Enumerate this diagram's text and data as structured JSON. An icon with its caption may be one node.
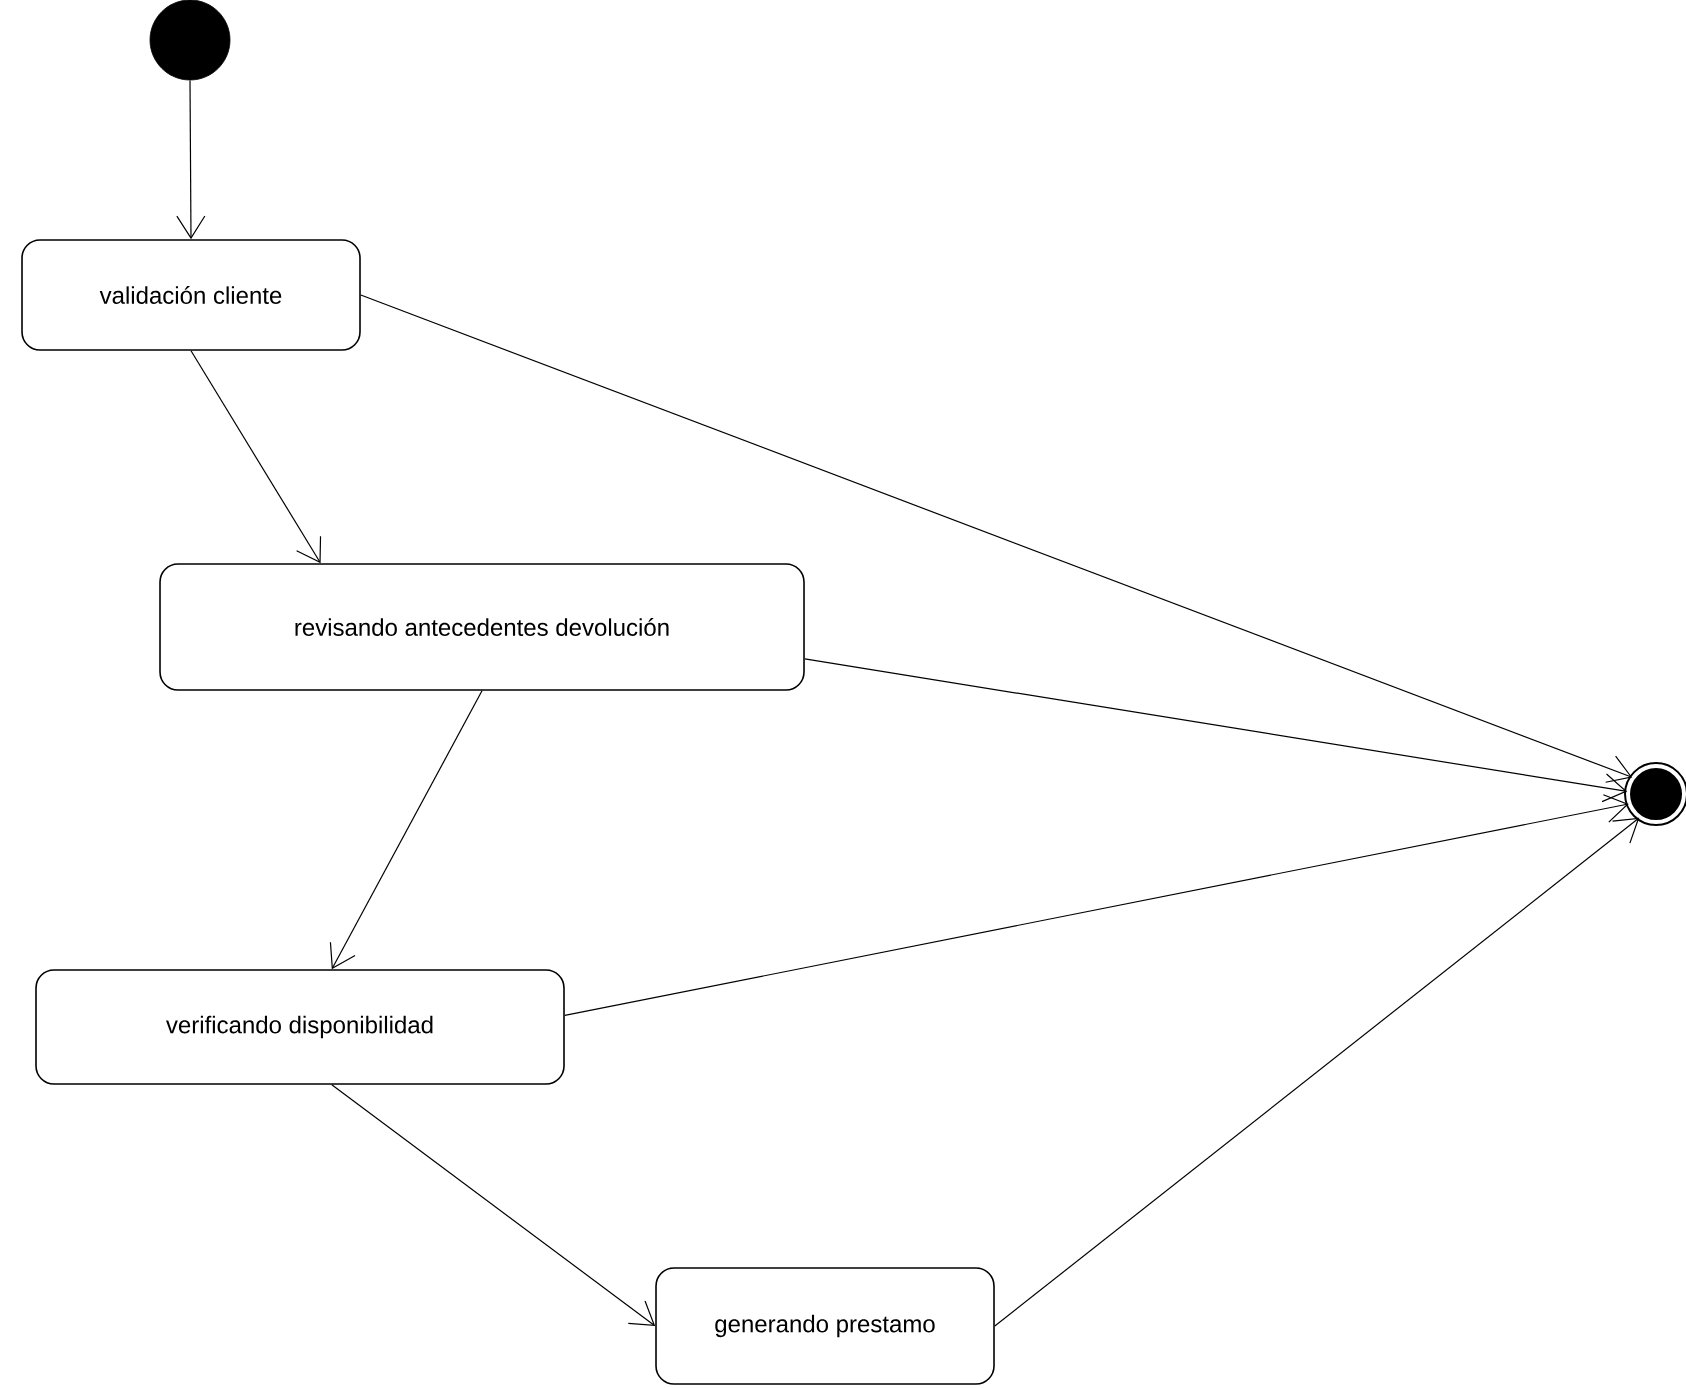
{
  "diagram": {
    "nodes": [
      {
        "text": [],
        "shape": "circle"
      },
      {
        "text": [
          "validación cliente"
        ]
      },
      {
        "text": [
          "revisando antecedentes devolución"
        ]
      },
      {
        "text": [
          "verificando disponibilidad"
        ]
      },
      {
        "text": [
          "generando prestamo"
        ]
      },
      {
        "text": [],
        "shape": "circle"
      }
    ],
    "edges": [
      {
        "from": 0,
        "to": 1,
        "arrow": "to"
      },
      {
        "from": 1,
        "to": 2,
        "arrow": "to"
      },
      {
        "from": 2,
        "to": 3,
        "arrow": "to"
      },
      {
        "from": 3,
        "to": 4,
        "arrow": "to"
      },
      {
        "from": 1,
        "to": 5,
        "arrow": "to"
      },
      {
        "from": 2,
        "to": 5,
        "arrow": "to"
      },
      {
        "from": 3,
        "to": 5,
        "arrow": "to"
      },
      {
        "from": 4,
        "to": 5,
        "arrow": "to"
      }
    ]
  }
}
